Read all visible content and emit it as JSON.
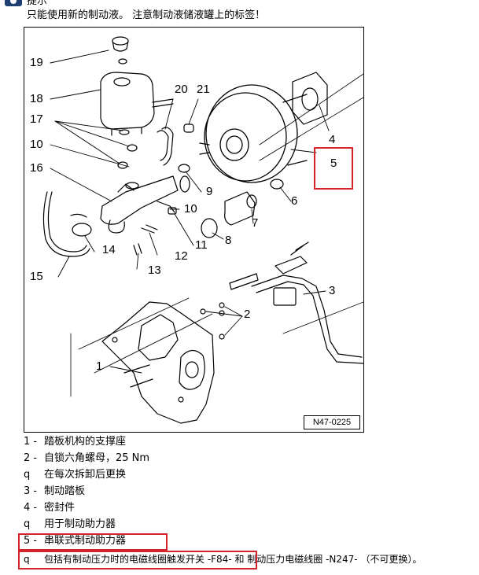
{
  "note": {
    "title": "提示",
    "text": "只能使用新的制动液。 注意制动液储液罐上的标签！"
  },
  "figure": {
    "code": "N47-0225",
    "callouts": [
      "19",
      "18",
      "20",
      "21",
      "17",
      "10",
      "16",
      "9",
      "10",
      "5",
      "4",
      "6",
      "7",
      "14",
      "8",
      "11",
      "12",
      "15",
      "13",
      "3",
      "2",
      "1"
    ]
  },
  "legend": [
    {
      "num": "1 -",
      "text": "踏板机构的支撑座"
    },
    {
      "num": "2 -",
      "text": "自锁六角螺母，25 Nm"
    },
    {
      "num": "q",
      "text": "在每次拆卸后更换"
    },
    {
      "num": "3 -",
      "text": "制动踏板"
    },
    {
      "num": "4 -",
      "text": "密封件"
    },
    {
      "num": "q",
      "text": "用于制动助力器"
    },
    {
      "num": "5 -",
      "text": "串联式制动助力器"
    },
    {
      "num": "q",
      "text": "包括有制动压力时的电磁线圈触发开关 -F84- 和 制动压力电磁线圈 -N247- （不可更换）。"
    }
  ],
  "colors": {
    "highlight": "#d3232b",
    "note_icon": "#1f3f73"
  }
}
